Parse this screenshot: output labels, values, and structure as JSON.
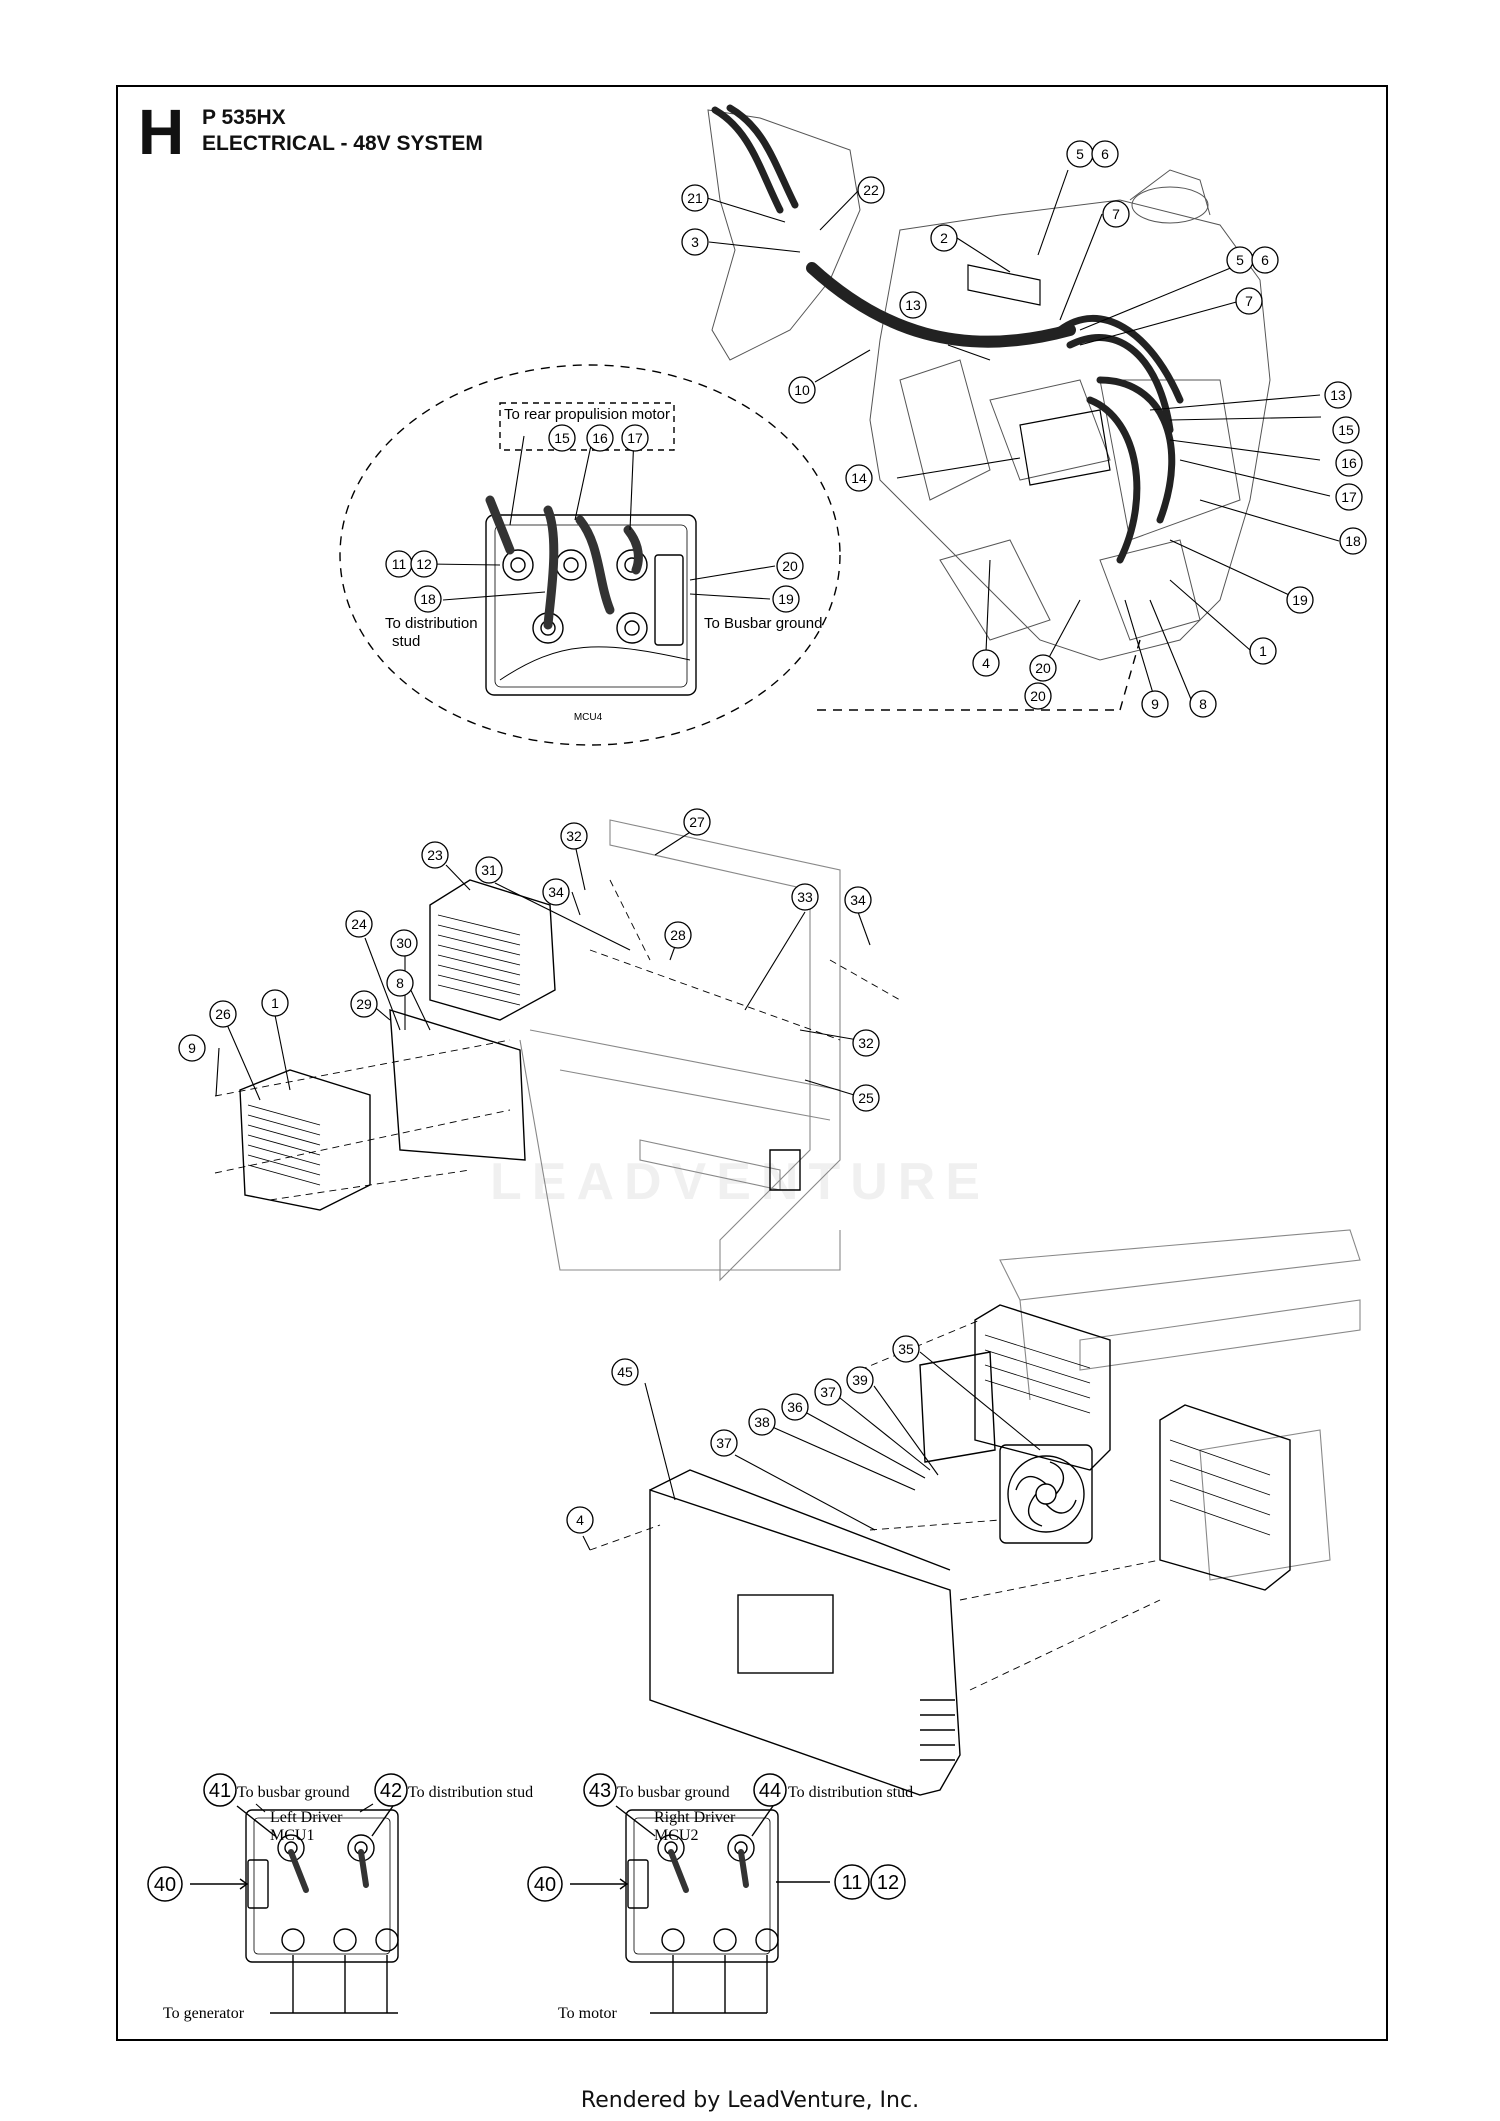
{
  "header": {
    "section_letter": "H",
    "model": "P 535HX",
    "title": "ELECTRICAL - 48V SYSTEM"
  },
  "callouts": {
    "c1": "1",
    "c2": "2",
    "c3": "3",
    "c4": "4",
    "c5": "5",
    "c6": "6",
    "c7": "7",
    "c8": "8",
    "c9": "9",
    "c10": "10",
    "c11": "11",
    "c12": "12",
    "c13": "13",
    "c14": "14",
    "c15": "15",
    "c16": "16",
    "c17": "17",
    "c18": "18",
    "c19": "19",
    "c20": "20",
    "c21": "21",
    "c22": "22",
    "c23": "23",
    "c24": "24",
    "c25": "25",
    "c26": "26",
    "c27": "27",
    "c28": "28",
    "c29": "29",
    "c30": "30",
    "c31": "31",
    "c32": "32",
    "c33": "33",
    "c34": "34",
    "c35": "35",
    "c36": "36",
    "c37": "37",
    "c38": "38",
    "c39": "39",
    "c40": "40",
    "c41": "41",
    "c42": "42",
    "c43": "43",
    "c44": "44",
    "c45": "45"
  },
  "labels": {
    "rear_motor": "To rear propulision motor",
    "distribution_stud_1": "To distribution",
    "distribution_stud_2": "stud",
    "busbar_ground": "To Busbar ground",
    "mcu4": "MCU4",
    "to_busbar_ground": "To busbar ground",
    "to_distribution_stud": "To distribution stud",
    "left_driver": "Left Driver",
    "mcu1": "MCU1",
    "right_driver": "Right Driver",
    "mcu2": "MCU2",
    "to_generator": "To generator",
    "to_motor": "To motor"
  },
  "watermark": "LEADVENTURE",
  "footer": "Rendered by LeadVenture, Inc."
}
